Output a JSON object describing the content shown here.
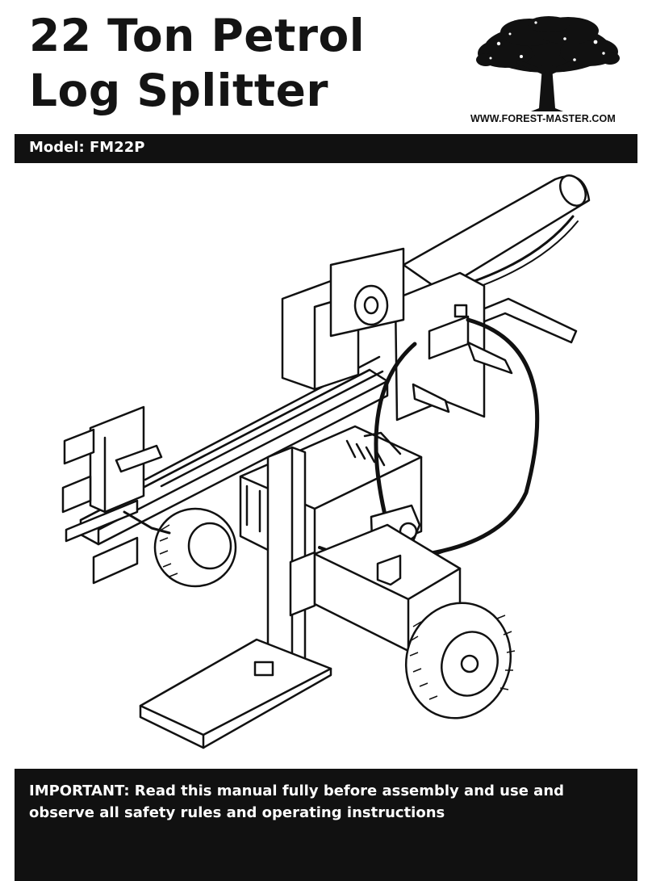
{
  "cover": {
    "title_line1": "22 Ton Petrol",
    "title_line2": "Log Splitter",
    "brand_url": "WWW.FOREST-MASTER.COM",
    "model": "Model: FM22P",
    "notice": "IMPORTANT: Read this manual fully before assembly and use and observe all safety rules and operating instructions"
  },
  "icons": {
    "brand_logo": "tree-icon",
    "illustration": "log-splitter-drawing"
  },
  "colors": {
    "bar_background": "#111111",
    "bar_text": "#ffffff",
    "title_text": "#141414"
  }
}
